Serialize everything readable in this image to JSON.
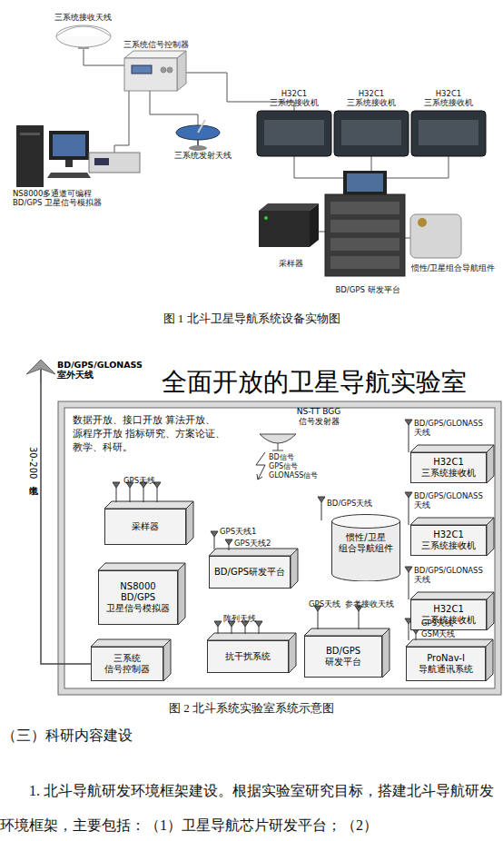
{
  "diagram": {
    "title": "全面开放的卫星导航实验室",
    "caption": "图 2 北斗系统实验室系统示意图",
    "nodes": [
      {
        "text": [
          "BD/GPS/GLONASS 室外天线"
        ]
      },
      {
        "text": [
          "NS-TT BGG 信号发射器"
        ]
      },
      {
        "text": [
          "H32C1 三系统接收机"
        ]
      },
      {
        "text": [
          "采样器"
        ]
      },
      {
        "text": [
          "H32C1 三系统接收机"
        ]
      },
      {
        "text": [
          "惯性/卫星 组合导航组件"
        ]
      },
      {
        "text": [
          "BD/GPS研发平台"
        ]
      },
      {
        "text": [
          "NS8000 BD/GPS 卫星信号模拟器"
        ]
      },
      {
        "text": [
          "H32C1 三系统接收机"
        ]
      },
      {
        "text": [
          "抗干扰系统"
        ]
      },
      {
        "text": [
          "三系统 信号控制器"
        ]
      },
      {
        "text": [
          "BD/GPS 研发平台"
        ]
      },
      {
        "text": [
          "ProNav-I 导航通讯系统"
        ]
      }
    ],
    "edges": [
      {
        "from": 0,
        "to": 10,
        "label": "30-200米电缆",
        "arrow": "none"
      }
    ],
    "labels": [
      "三系统接收天线",
      "三系统信号控制器",
      "三系统发射天线",
      "H32C1 三系统接收机",
      "H32C1 三系统接收机",
      "H32C1 三系统接收机",
      "采样器",
      "BD/GPS 研发平台",
      "惯性/卫星组合导航组件",
      "NS8000多通道可编程 BD/GPS 卫星信号模拟器",
      "图 1 北斗卫星导航系统设备实物图",
      "数据开放、接口开放 算法开放、源程序开放 指标研究、方案论证、教学、科研。",
      "BD信号",
      "GPS信号",
      "GLONASS信号",
      "GPS天线",
      "GPS天线1",
      "GPS天线2",
      "BD/GPS天线",
      "BD/GPS/GLONASS 天线",
      "BD/GPS/GLONASS 天线",
      "BD/GPS/GLONASS 天线",
      "阵列天线",
      "GPS天线",
      "参考接收天线",
      "GPS天线",
      "GSM天线",
      "（三）科研内容建设",
      "1. 北斗导航研发环境框架建设。根据实验室研究目标，搭建北斗导航研发环境框架，主要包括：（1）卫星导航芯片研发平台；（2）"
    ]
  }
}
